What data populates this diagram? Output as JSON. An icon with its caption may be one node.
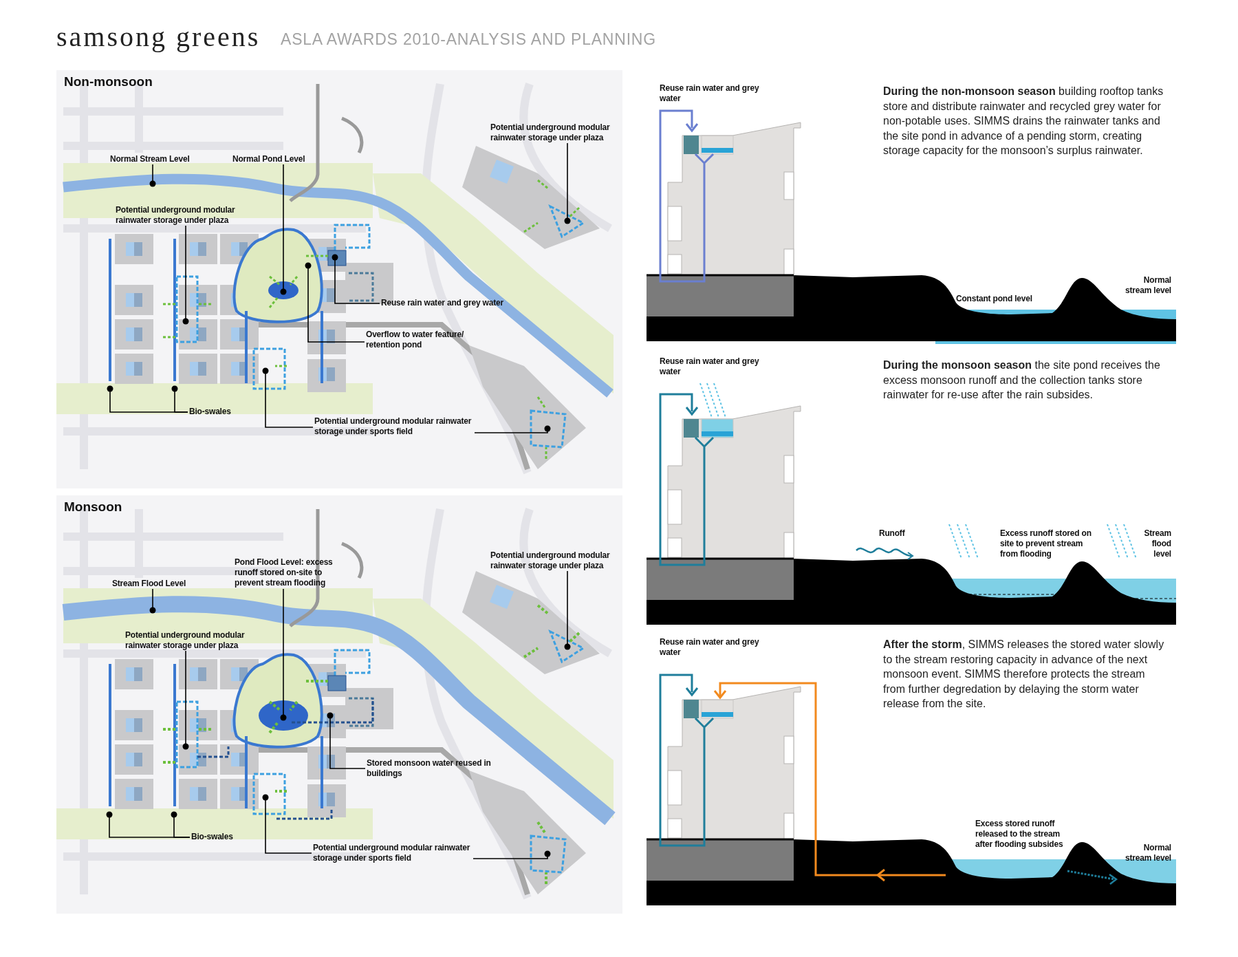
{
  "diagram": {
    "title": "samsong greens",
    "nodes": [
      {
        "text": [
          "Non-monsoon"
        ]
      },
      {
        "text": [
          "Normal Stream Level"
        ],
        "in": 0
      },
      {
        "text": [
          "Normal Pond Level"
        ],
        "in": 0
      },
      {
        "text": [
          "Potential underground modular rainwater storage under plaza"
        ],
        "in": 0
      },
      {
        "text": [
          "Potential underground modular rainwater storage under plaza"
        ],
        "in": 0
      },
      {
        "text": [
          "Reuse rain water and grey water"
        ],
        "in": 0
      },
      {
        "text": [
          "Overflow to water feature/ retention pond"
        ],
        "in": 0
      },
      {
        "text": [
          "Bio-swales"
        ],
        "in": 0
      },
      {
        "text": [
          "Potential underground modular rainwater storage under sports field"
        ],
        "in": 0
      },
      {
        "text": [
          "Monsoon"
        ]
      },
      {
        "text": [
          "Stream Flood Level"
        ],
        "in": 9
      },
      {
        "text": [
          "Pond Flood Level: excess runoff stored on-site to prevent stream flooding"
        ],
        "in": 9
      },
      {
        "text": [
          "Potential underground modular rainwater storage under plaza"
        ],
        "in": 9
      },
      {
        "text": [
          "Potential underground modular rainwater storage under plaza"
        ],
        "in": 9
      },
      {
        "text": [
          "Stored monsoon water reused in buildings"
        ],
        "in": 9
      },
      {
        "text": [
          "Bio-swales"
        ],
        "in": 9
      },
      {
        "text": [
          "Potential underground modular rainwater storage under sports field"
        ],
        "in": 9
      },
      {
        "text": [
          "**During the non-monsoon season** building rooftop tanks store and distribute rainwater and recycled grey water for non-potable uses. SIMMS drains the rainwater tanks and the site pond in advance of a pending storm, creating storage capacity for the monsoon’s surplus rainwater."
        ]
      },
      {
        "text": [
          "Reuse rain water and grey water"
        ],
        "in": 17
      },
      {
        "text": [
          "Constant pond level"
        ],
        "in": 17
      },
      {
        "text": [
          "Normal stream level"
        ],
        "in": 17
      },
      {
        "text": [
          "**During the monsoon season** the site pond receives the excess monsoon runoff and the collection tanks store rainwater for re-use after the rain subsides."
        ]
      },
      {
        "text": [
          "Reuse rain water and grey water"
        ],
        "in": 21
      },
      {
        "text": [
          "Runoff"
        ],
        "in": 21
      },
      {
        "text": [
          "Excess runoff stored on site to prevent stream from flooding"
        ],
        "in": 21
      },
      {
        "text": [
          "Stream flood level"
        ],
        "in": 21
      },
      {
        "text": [
          "**After the storm**, SIMMS releases the stored water slowly to the stream restoring capacity in advance of the next monsoon event. SIMMS therefore protects the stream from further degredation by delaying the storm water release from the site."
        ]
      },
      {
        "text": [
          "Reuse rain water and grey water"
        ],
        "in": 26
      },
      {
        "text": [
          "Excess stored runoff released to the stream after flooding subsides"
        ],
        "in": 26
      },
      {
        "text": [
          "Normal stream level"
        ],
        "in": 26
      }
    ],
    "edges": [
      {
        "from": 1,
        "to": null,
        "arrow": "other"
      },
      {
        "from": 2,
        "to": null,
        "arrow": "other"
      },
      {
        "from": 3,
        "to": null,
        "arrow": "other"
      },
      {
        "from": 4,
        "to": null,
        "arrow": "other"
      },
      {
        "from": 5,
        "to": null,
        "arrow": "other"
      },
      {
        "from": 6,
        "to": null,
        "arrow": "other"
      },
      {
        "from": 7,
        "to": null,
        "arrow": "other"
      },
      {
        "from": 7,
        "to": null,
        "arrow": "other"
      },
      {
        "from": 8,
        "to": null,
        "arrow": "other"
      },
      {
        "from": 8,
        "to": null,
        "arrow": "other"
      },
      {
        "from": 10,
        "to": null,
        "arrow": "other"
      },
      {
        "from": 11,
        "to": null,
        "arrow": "other"
      },
      {
        "from": 12,
        "to": null,
        "arrow": "other"
      },
      {
        "from": 13,
        "to": null,
        "arrow": "other"
      },
      {
        "from": 14,
        "to": null,
        "arrow": "other"
      },
      {
        "from": 15,
        "to": null,
        "arrow": "other"
      },
      {
        "from": 15,
        "to": null,
        "arrow": "other"
      },
      {
        "from": 16,
        "to": null,
        "arrow": "other"
      },
      {
        "from": 16,
        "to": null,
        "arrow": "other"
      }
    ],
    "labels": [
      "ASLA AWARDS 2010-ANALYSIS AND PLANNING"
    ]
  }
}
